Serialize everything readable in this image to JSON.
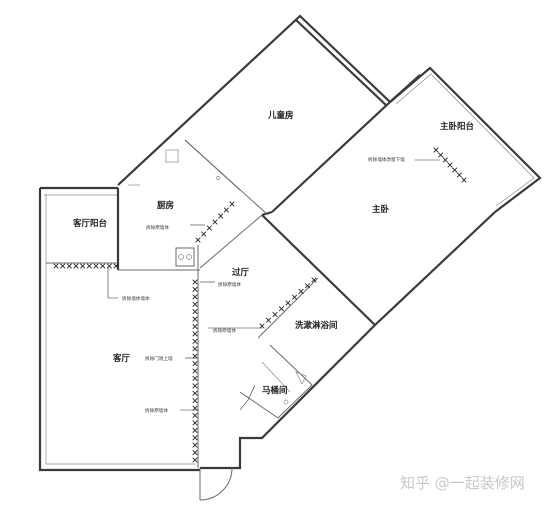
{
  "rooms": {
    "child_room": "儿童房",
    "master_balcony": "主卧阳台",
    "master_bedroom": "主卧",
    "kitchen": "厨房",
    "living_balcony": "客厅阳台",
    "hallway": "过厅",
    "bathroom": "洗漱淋浴间",
    "living_room": "客厅",
    "toilet": "马桶间"
  },
  "notes": {
    "master_wall": "拆除墙体改窗下墙",
    "kitchen_wall": "拆除原墙体",
    "balcony_wall": "拆除墙体墙体",
    "hallway_wall": "拆除原墙体",
    "bath_wall": "拆除原墙体",
    "living_door": "拆除门洞上墙",
    "living_wall": "拆除原墙体"
  },
  "watermark": "知乎 @一起装修网",
  "colors": {
    "wall": "#3a3a3a",
    "text": "#222222",
    "watermark": "#c8c8c8"
  }
}
